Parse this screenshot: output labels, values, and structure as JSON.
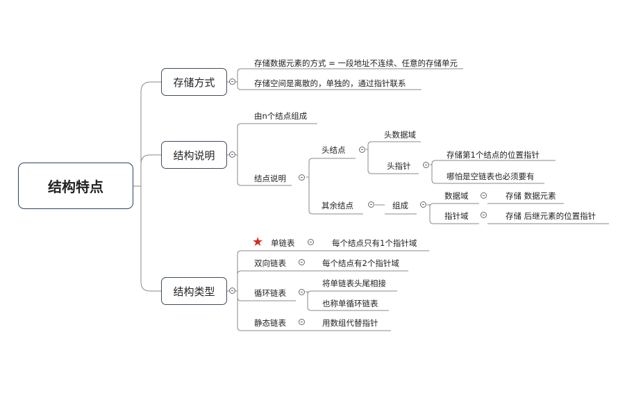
{
  "root": "结构特点",
  "branches": {
    "storage": {
      "label": "存储方式",
      "items": [
        "存储数据元素的方式 = 一段地址不连续、任意的存储单元",
        "存储空间是离散的，单独的，通过指针联系"
      ]
    },
    "structure": {
      "label": "结构说明",
      "node_count": "由n个结点组成",
      "node_desc": "结点说明",
      "head_node": "头结点",
      "head_data": "头数据域",
      "head_pointer": "头指针",
      "head_pointer_items": [
        "存储第1个结点的位置指针",
        "哪怕是空链表也必须要有"
      ],
      "other_nodes": "其余结点",
      "composition": "组成",
      "data_field": "数据域",
      "data_field_desc": "存储 数据元素",
      "pointer_field": "指针域",
      "pointer_field_desc": "存储 后继元素的位置指针"
    },
    "types": {
      "label": "结构类型",
      "singly": "单链表",
      "singly_desc": "每个结点只有1个指针域",
      "doubly": "双向链表",
      "doubly_desc": "每个结点有2个指针域",
      "circular": "循环链表",
      "circular_items": [
        "将单链表头尾相接",
        "也称单循环链表"
      ],
      "static": "静态链表",
      "static_desc": "用数组代替指针"
    }
  },
  "colors": {
    "line": "#8a8a8a",
    "box_border": "#3f4a5a",
    "root_border": "#2b3f63",
    "star": "#d42a1f"
  }
}
